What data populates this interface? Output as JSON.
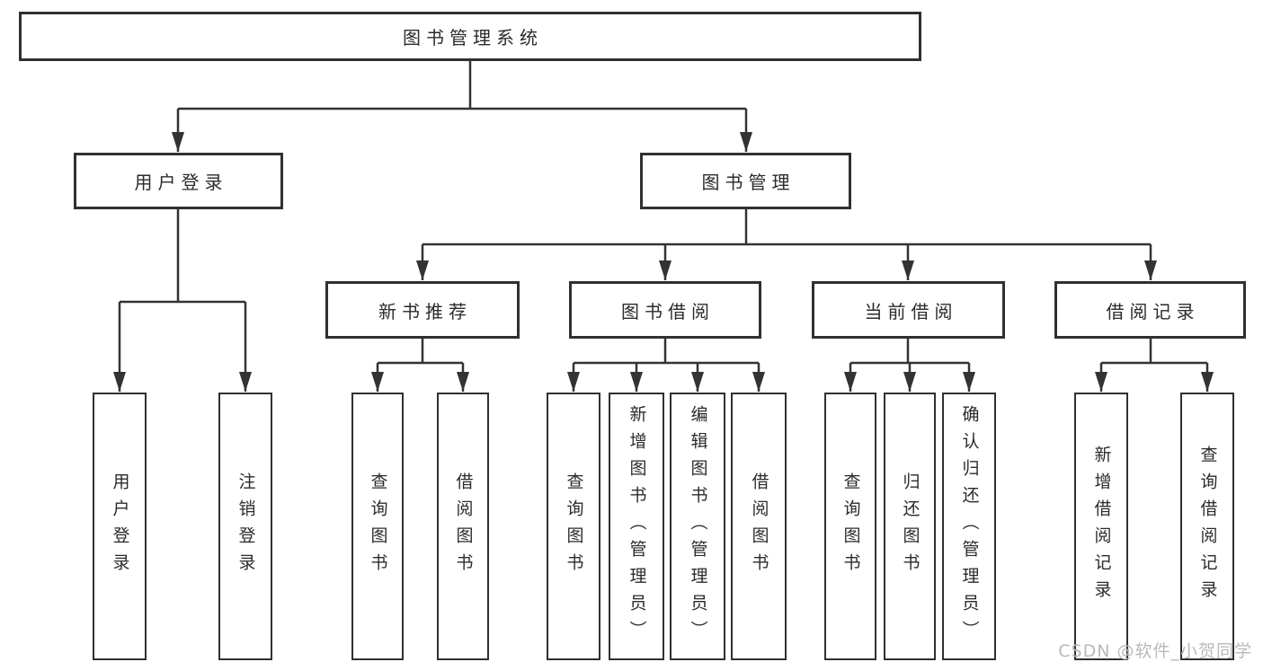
{
  "tree": {
    "root": {
      "label": "图书管理系统"
    },
    "children": [
      {
        "label": "用户登录",
        "children": [
          {
            "label": "用户登录"
          },
          {
            "label": "注销登录"
          }
        ]
      },
      {
        "label": "图书管理",
        "children": [
          {
            "label": "新书推荐",
            "children": [
              {
                "label": "查询图书"
              },
              {
                "label": "借阅图书"
              }
            ]
          },
          {
            "label": "图书借阅",
            "children": [
              {
                "label": "查询图书"
              },
              {
                "label": "新增图书（管理员）"
              },
              {
                "label": "编辑图书（管理员）"
              },
              {
                "label": "借阅图书"
              }
            ]
          },
          {
            "label": "当前借阅",
            "children": [
              {
                "label": "查询图书"
              },
              {
                "label": "归还图书"
              },
              {
                "label": "确认归还（管理员）"
              }
            ]
          },
          {
            "label": "借阅记录",
            "children": [
              {
                "label": "新增借阅记录"
              },
              {
                "label": "查询借阅记录"
              }
            ]
          }
        ]
      }
    ]
  },
  "watermark": "CSDN @软件_小贺同学",
  "colors": {
    "line": "#333333",
    "box_border": "#303030",
    "text": "#2b2b2b",
    "background": "#ffffff",
    "watermark_text": "#b9b9b9"
  }
}
